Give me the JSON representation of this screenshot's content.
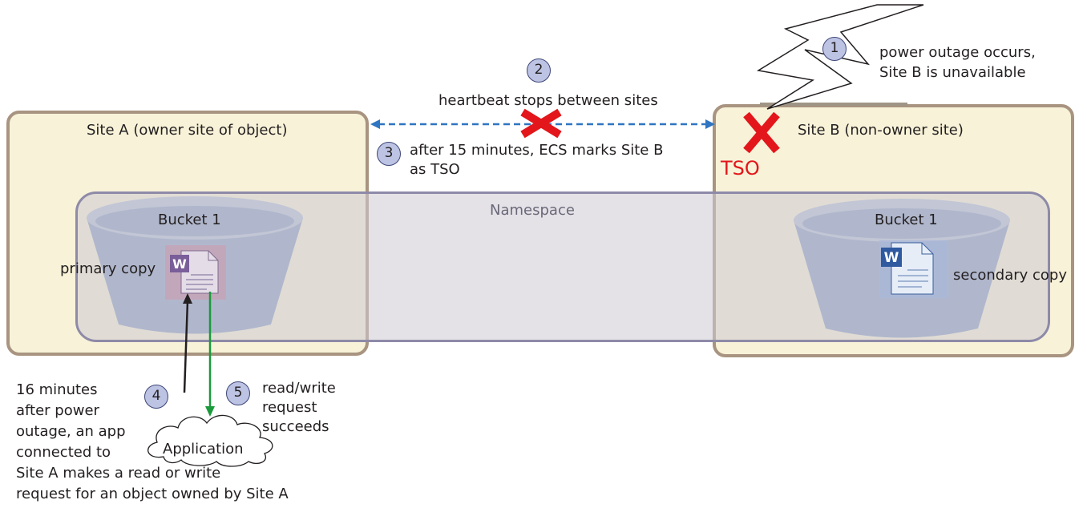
{
  "site_a": {
    "label": "Site A (owner site of object)"
  },
  "site_b": {
    "label": "Site B (non-owner site)",
    "status": "TSO"
  },
  "namespace": {
    "label": "Namespace"
  },
  "bucket_a": {
    "label": "Bucket 1",
    "copy_label": "primary copy"
  },
  "bucket_b": {
    "label": "Bucket 1",
    "copy_label": "secondary copy"
  },
  "application": {
    "label": "Application"
  },
  "steps": [
    {
      "num": "1",
      "lines": [
        "power outage occurs,",
        "Site B is unavailable"
      ]
    },
    {
      "num": "2",
      "lines": [
        "heartbeat stops between sites"
      ]
    },
    {
      "num": "3",
      "lines": [
        "after 15 minutes, ECS marks Site B",
        "as TSO"
      ]
    },
    {
      "num": "4",
      "lines": [
        "16 minutes",
        "after power",
        "outage, an app",
        "connected to",
        "Site A makes a read or write",
        "request for an object owned by Site A"
      ]
    },
    {
      "num": "5",
      "lines": [
        "read/write",
        "request",
        "succeeds"
      ]
    }
  ],
  "colors": {
    "site_fill": "#f7f2d8",
    "site_border": "#a89480",
    "namespace_fill": "#cdcbd4",
    "bucket_fill": "#8da1c4",
    "heartbeat_arrow": "#2f75c1",
    "failure_x": "#e3161b",
    "tso_text": "#e3161b",
    "request_arrow": "#231f20",
    "response_arrow": "#1a9a3b",
    "step_badge": "#bcc3e3"
  },
  "icons": {
    "lightning": "lightning-bolt-icon",
    "failure": "red-x-icon",
    "document": "word-document-icon",
    "cloud": "cloud-icon"
  }
}
